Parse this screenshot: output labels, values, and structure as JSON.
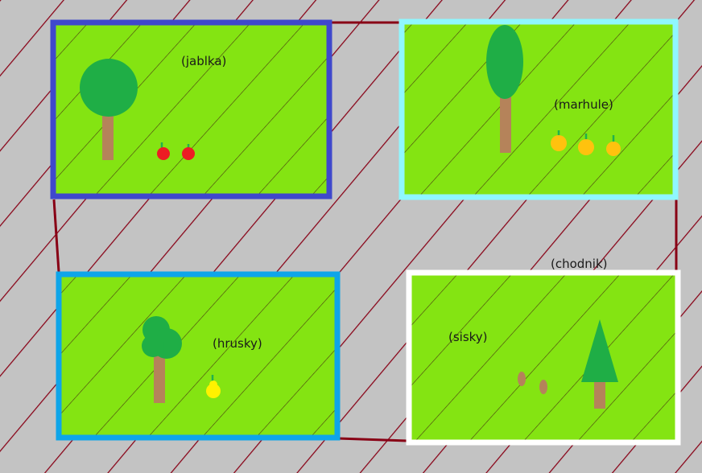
{
  "colors": {
    "background": "#c3c3c3",
    "hatch": "#880015",
    "grass": "#84e412",
    "grass_hatch": "#4a3a10",
    "tree_crown": "#1fae46",
    "trunk": "#b5835a",
    "apple": "#ed1c24",
    "apricot": "#ffc20e",
    "pear": "#fff200",
    "border_apples": "#3f48cc",
    "border_apricots": "#8ff7ff",
    "border_pears": "#0ea5e9",
    "border_cones": "#ffffff"
  },
  "labels": {
    "apples": "(jablka)",
    "apricots": "(marhule)",
    "pears": "(hrusky)",
    "cones": "(sisky)",
    "path": "(chodnik)"
  }
}
